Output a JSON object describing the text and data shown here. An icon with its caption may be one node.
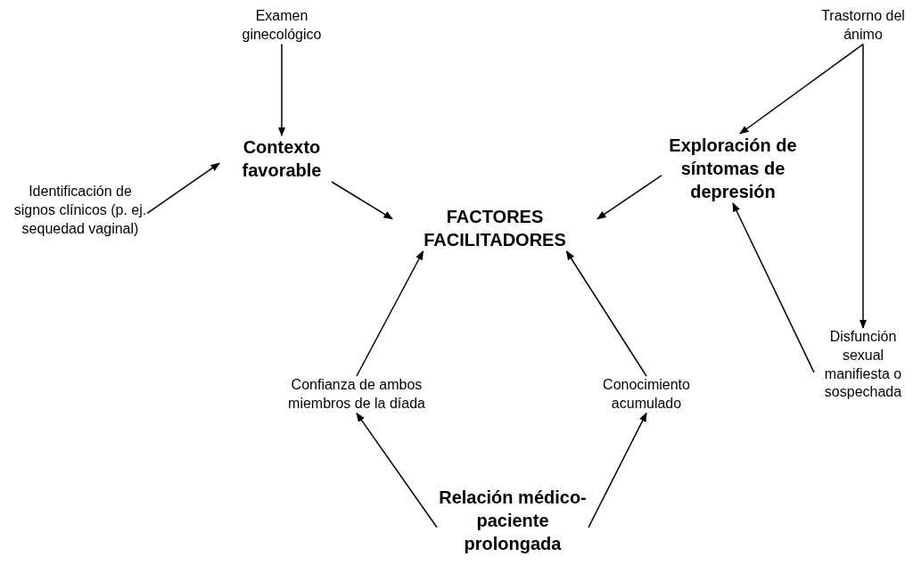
{
  "diagram": {
    "nodes": [
      {
        "text": [
          "Examen ginecológico"
        ]
      },
      {
        "text": [
          "Trastorno del ánimo"
        ]
      },
      {
        "text": [
          "Contexto favorable"
        ]
      },
      {
        "text": [
          "Exploración de síntomas de depresión"
        ]
      },
      {
        "text": [
          "Identificación de signos clínicos (p. ej. sequedad vaginal)"
        ]
      },
      {
        "text": [
          "FACTORES FACILITADORES"
        ]
      },
      {
        "text": [
          "Confianza de ambos miembros de la díada"
        ]
      },
      {
        "text": [
          "Conocimiento acumulado"
        ]
      },
      {
        "text": [
          "Disfunción sexual manifiesta o sospechada"
        ]
      },
      {
        "text": [
          "Relación médico-paciente prolongada"
        ]
      }
    ],
    "edges": [
      {
        "from": 0,
        "to": 2,
        "arrow": "to"
      },
      {
        "from": 1,
        "to": 3,
        "arrow": "to"
      },
      {
        "from": 1,
        "to": 8,
        "arrow": "to"
      },
      {
        "from": 4,
        "to": 2,
        "arrow": "to"
      },
      {
        "from": 2,
        "to": 5,
        "arrow": "to"
      },
      {
        "from": 3,
        "to": 5,
        "arrow": "to"
      },
      {
        "from": 6,
        "to": 5,
        "arrow": "to"
      },
      {
        "from": 7,
        "to": 5,
        "arrow": "to"
      },
      {
        "from": 8,
        "to": 3,
        "arrow": "to"
      },
      {
        "from": 9,
        "to": 6,
        "arrow": "to"
      },
      {
        "from": 9,
        "to": 7,
        "arrow": "to"
      }
    ]
  }
}
